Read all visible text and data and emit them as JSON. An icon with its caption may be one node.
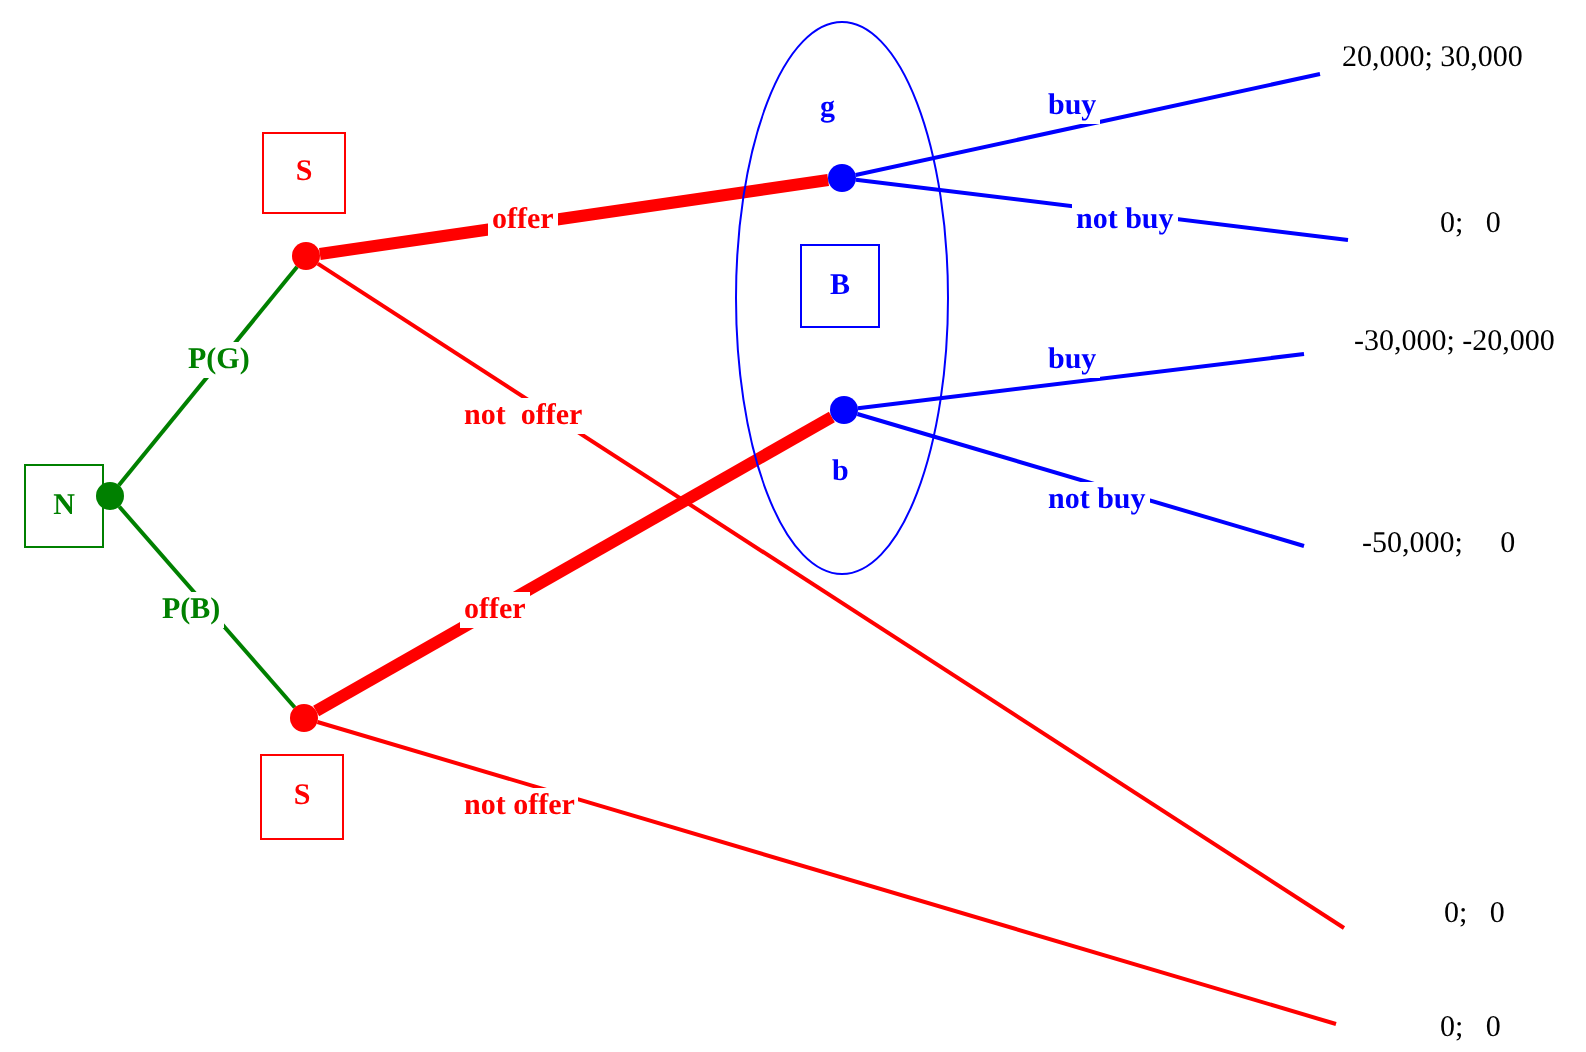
{
  "diagram": {
    "nodes": [
      {
        "text": [
          "N"
        ]
      },
      {
        "text": [],
        "shape": "circle"
      },
      {
        "text": [
          "S"
        ]
      },
      {
        "text": [],
        "shape": "circle"
      },
      {
        "text": [
          "S"
        ]
      },
      {
        "text": [],
        "shape": "circle"
      },
      {
        "text": [],
        "shape": "ellipse"
      },
      {
        "text": [
          "B"
        ],
        "in": 6
      },
      {
        "text": [],
        "shape": "circle",
        "in": 6,
        "beside": [
          "g"
        ]
      },
      {
        "text": [],
        "shape": "circle",
        "in": 6,
        "beside": [
          "b"
        ]
      },
      {
        "text": [
          "20,000; 30,000"
        ]
      },
      {
        "text": [
          "0;   0"
        ]
      },
      {
        "text": [
          "-30,000; -20,000"
        ]
      },
      {
        "text": [
          "-50,000;     0"
        ]
      },
      {
        "text": [
          "0;   0"
        ]
      },
      {
        "text": [
          "0;   0"
        ]
      }
    ],
    "edges": [
      {
        "from": 1,
        "to": 3,
        "arrow": "none",
        "label": "P(G)",
        "color": "#008000"
      },
      {
        "from": 1,
        "to": 5,
        "arrow": "none",
        "label": "P(B)",
        "color": "#008000"
      },
      {
        "from": 3,
        "to": 8,
        "arrow": "none",
        "label": "offer",
        "style": "thick",
        "color": "#ff0000"
      },
      {
        "from": 3,
        "to": 14,
        "arrow": "none",
        "label": "not  offer",
        "color": "#ff0000"
      },
      {
        "from": 5,
        "to": 9,
        "arrow": "none",
        "label": "offer",
        "style": "thick",
        "color": "#ff0000"
      },
      {
        "from": 5,
        "to": 15,
        "arrow": "none",
        "label": "not offer",
        "color": "#ff0000"
      },
      {
        "from": 8,
        "to": 10,
        "arrow": "none",
        "label": "buy",
        "color": "#0000ff"
      },
      {
        "from": 8,
        "to": 11,
        "arrow": "none",
        "label": "not buy",
        "color": "#0000ff"
      },
      {
        "from": 9,
        "to": 12,
        "arrow": "none",
        "label": "buy",
        "color": "#0000ff"
      },
      {
        "from": 9,
        "to": 13,
        "arrow": "none",
        "label": "not buy",
        "color": "#0000ff"
      }
    ]
  }
}
